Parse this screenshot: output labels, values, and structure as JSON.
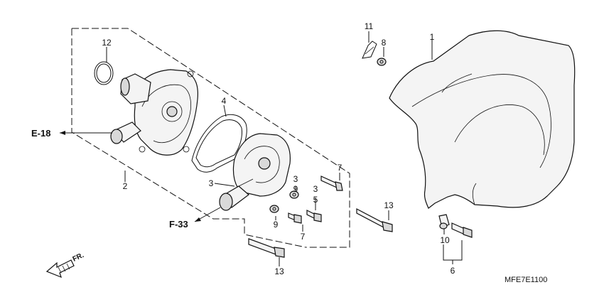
{
  "diagram": {
    "part_numbers": {
      "p1": "1",
      "p2": "2",
      "p3a": "3",
      "p3b": "3",
      "p3c": "3",
      "p4": "4",
      "p5": "5",
      "p6": "6",
      "p7a": "7",
      "p7b": "7",
      "p8": "8",
      "p9a": "9",
      "p9b": "9",
      "p10": "10",
      "p11": "11",
      "p12": "12",
      "p13a": "13",
      "p13b": "13"
    },
    "references": {
      "e18": "E-18",
      "f33": "F-33"
    },
    "direction_label": "FR.",
    "diagram_code": "MFE7E1100"
  }
}
